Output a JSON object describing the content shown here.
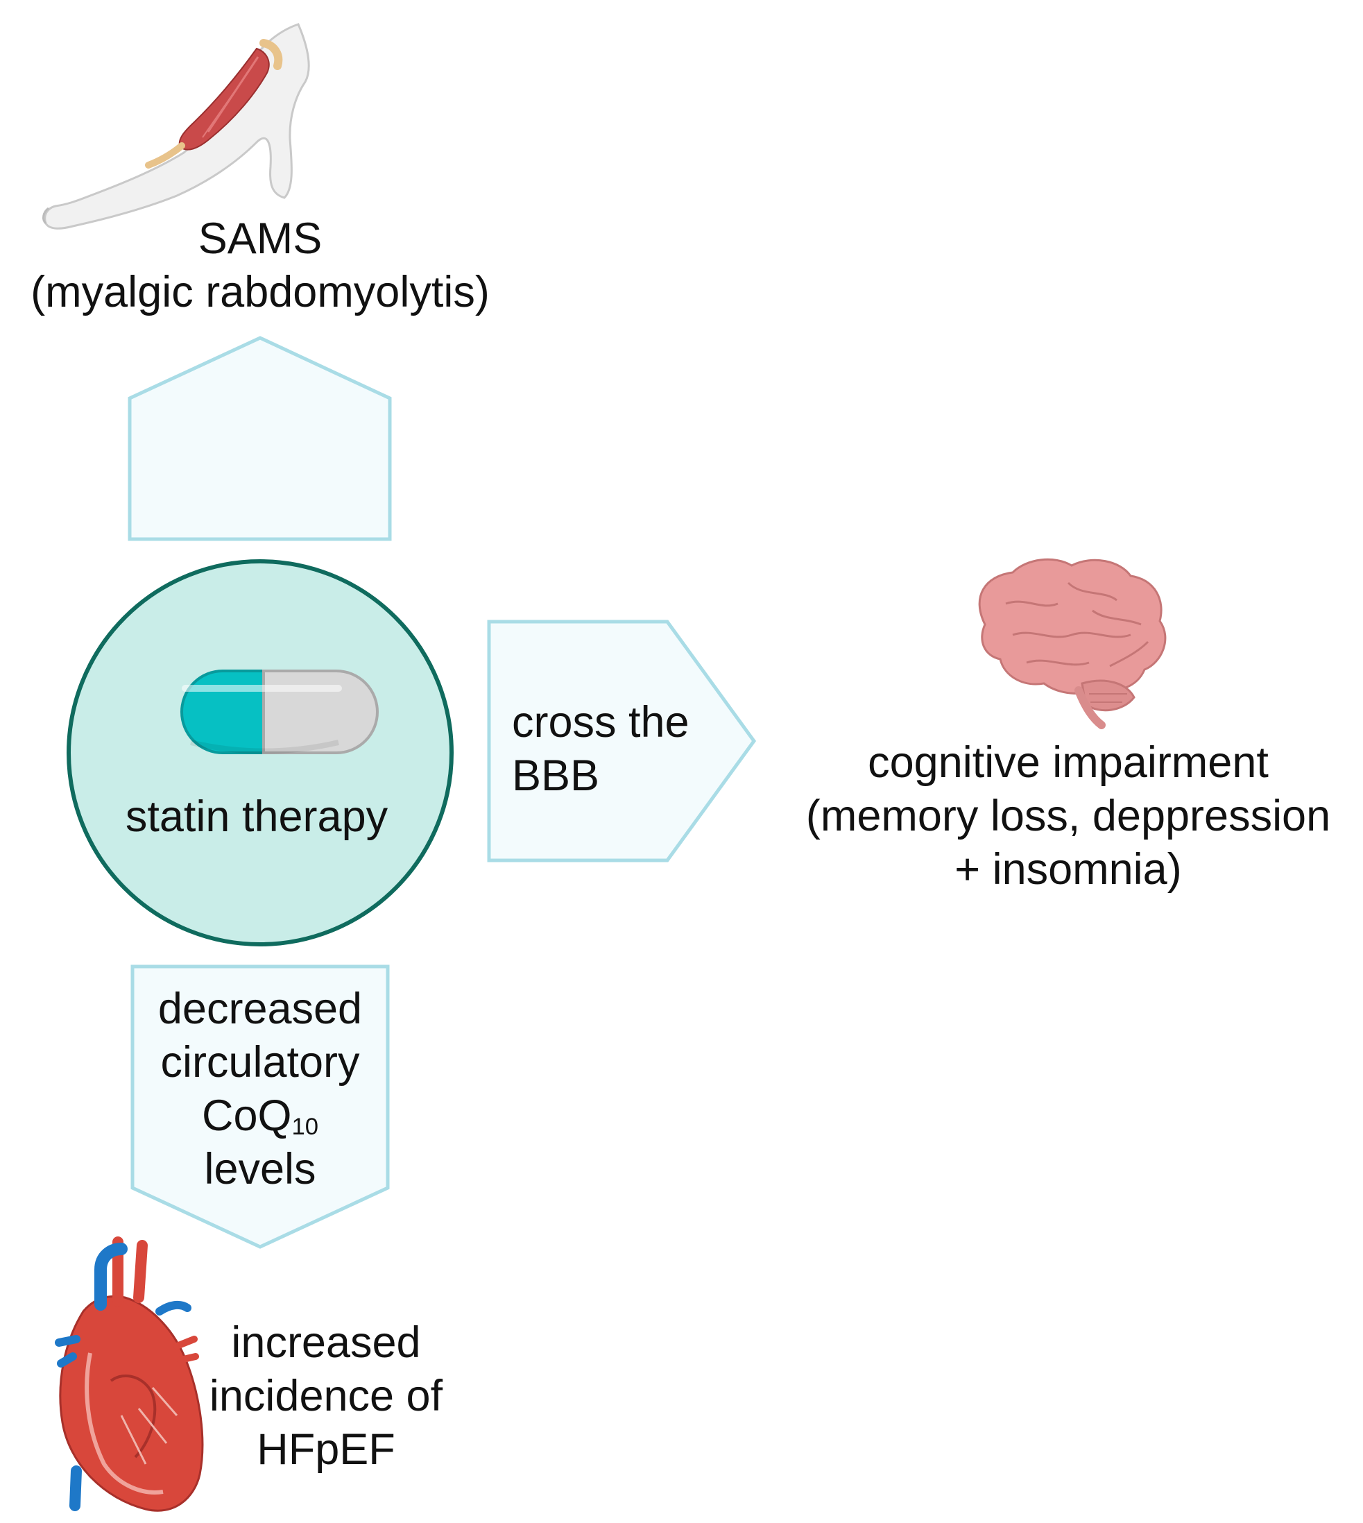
{
  "colors": {
    "arrow_fill": "#f3fbfd",
    "arrow_stroke": "#a9dce6",
    "circle_fill": "#c9ede8",
    "circle_stroke": "#0f6b5e",
    "pill_teal": "#06c0c3",
    "pill_grey": "#d8d8d8",
    "muscle_red": "#c94a4a",
    "brain_pink": "#e89a9a",
    "heart_red": "#d8473b",
    "vessel_blue": "#1e78c8"
  },
  "icons": [
    "arm-muscle-icon",
    "capsule-pill-icon",
    "brain-icon",
    "heart-icon"
  ],
  "center": {
    "label": "statin therapy"
  },
  "up_effect": {
    "title": "SAMS",
    "subtitle": "(myalgic rabdomyolytis)"
  },
  "right_arrow": {
    "line1": "cross the",
    "line2": "BBB"
  },
  "right_effect": {
    "line1": "cognitive impairment",
    "line2": "(memory loss, deppression",
    "line3": "+ insomnia)"
  },
  "down_arrow": {
    "line1": "decreased",
    "line2": "circulatory",
    "line3_main": "CoQ",
    "line3_sub": "10",
    "line4": "levels"
  },
  "down_effect": {
    "line1": "increased",
    "line2": "incidence of",
    "line3": "HFpEF"
  }
}
